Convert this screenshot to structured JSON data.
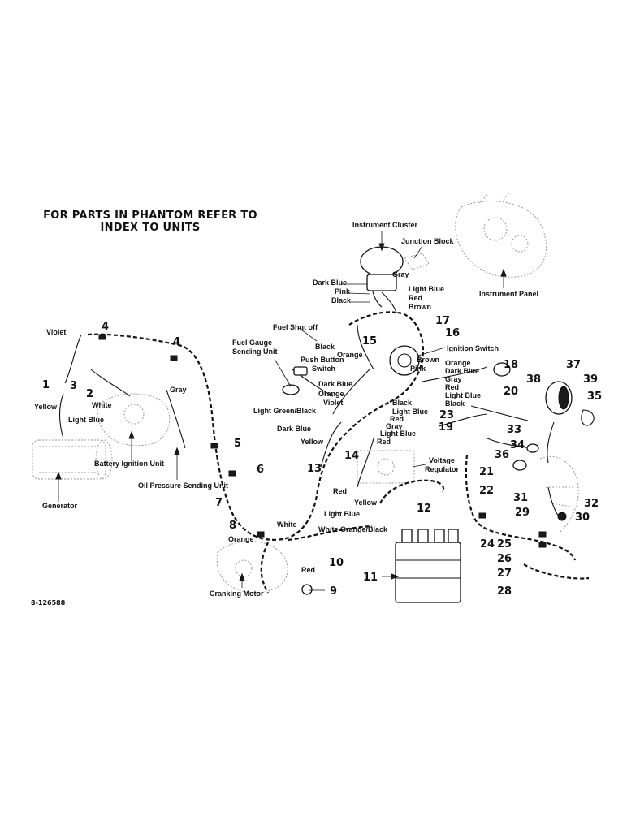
{
  "heading": {
    "line1": "FOR PARTS IN PHANTOM REFER TO",
    "line2": "INDEX TO UNITS"
  },
  "reference_code": "8-126588",
  "component_labels": {
    "instrument_cluster": "Instrument Cluster",
    "junction_block": "Junction Block",
    "instrument_panel": "Instrument Panel",
    "fuel_shut_off": "Fuel Shut off",
    "fuel_gauge_sending_unit_1": "Fuel Gauge",
    "fuel_gauge_sending_unit_2": "Sending Unit",
    "push_button_switch_1": "Push Button",
    "push_button_switch_2": "Switch",
    "ignition_switch": "Ignition Switch",
    "battery_ignition_unit": "Battery Ignition Unit",
    "oil_pressure_sending_unit": "Oil Pressure Sending Unit",
    "generator": "Generator",
    "voltage_regulator_1": "Voltage",
    "voltage_regulator_2": "Regulator",
    "cranking_motor": "Cranking Motor"
  },
  "wire_colors": {
    "violet": "Violet",
    "yellow_left": "Yellow",
    "light_blue_left": "Light Blue",
    "white_left": "White",
    "gray_left": "Gray",
    "cluster_dark_blue": "Dark Blue",
    "cluster_gray": "Gray",
    "cluster_pink": "Pink",
    "cluster_light_blue": "Light Blue",
    "cluster_black": "Black",
    "cluster_red": "Red",
    "cluster_brown": "Brown",
    "black_15": "Black",
    "orange_15": "Orange",
    "ign_brown": "Brown",
    "ign_pink": "Pink",
    "right_orange": "Orange",
    "right_dark_blue": "Dark Blue",
    "right_gray": "Gray",
    "right_red": "Red",
    "right_light_blue": "Light Blue",
    "right_black": "Black",
    "mid_dark_blue": "Dark Blue",
    "mid_orange": "Orange",
    "mid_violet": "Violet",
    "mid_black": "Black",
    "mid_light_blue": "Light Blue",
    "mid_red": "Red",
    "mid_gray": "Gray",
    "mid_light_blue_2": "Light Blue",
    "light_green_black": "Light Green/Black",
    "dark_blue_lower": "Dark Blue",
    "yellow_lower": "Yellow",
    "red_lower": "Red",
    "red_regulator": "Red",
    "yellow_regulator": "Yellow",
    "light_blue_regulator": "Light Blue",
    "white_bottom": "White",
    "orange_bottom": "Orange",
    "white_orange_black": "White Orange/Black",
    "red_bottom": "Red"
  },
  "callouts": {
    "n1": "1",
    "n2": "2",
    "n3": "3",
    "n4a": "4",
    "n4b": "4",
    "n5": "5",
    "n6": "6",
    "n7": "7",
    "n8": "8",
    "n9": "9",
    "n10": "10",
    "n11": "11",
    "n12": "12",
    "n13": "13",
    "n14": "14",
    "n15": "15",
    "n16": "16",
    "n17": "17",
    "n18": "18",
    "n19": "19",
    "n20": "20",
    "n21": "21",
    "n22": "22",
    "n23": "23",
    "n24": "24",
    "n25": "25",
    "n26": "26",
    "n27": "27",
    "n28": "28",
    "n29": "29",
    "n30": "30",
    "n31": "31",
    "n32": "32",
    "n33": "33",
    "n34": "34",
    "n35": "35",
    "n36": "36",
    "n37": "37",
    "n38": "38",
    "n39": "39"
  }
}
